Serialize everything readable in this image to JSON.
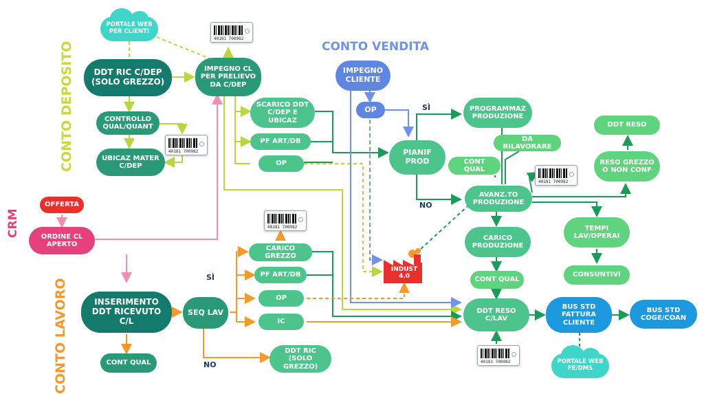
{
  "sections": {
    "conto_deposito": "CONTO DEPOSITO",
    "conto_vendita": "CONTO VENDITA",
    "crm": "CRM",
    "conto_lavoro": "CONTO LAVORO"
  },
  "branch_labels": {
    "si_vendita": "SÌ",
    "no_vendita": "NO",
    "si_lavoro": "SÌ",
    "no_lavoro": "NO"
  },
  "barcode_number": "40181 700982",
  "colors": {
    "dark_teal": "#137a6c",
    "teal": "#2a9a76",
    "green": "#4dc48c",
    "light_green": "#5fd37d",
    "blue": "#5f86e0",
    "sky": "#1c98de",
    "red": "#e8312c",
    "pink": "#e6417a",
    "orange": "#f39a2d",
    "olive": "#b9d640",
    "cloud": "#3fd5c8"
  },
  "nodes": {
    "portale_web_clienti": "PORTALE WEB PER CLIENTI",
    "ddt_ric_cdep": "DDT RIC C/DEP (SOLO GREZZO)",
    "impegno_cl_prelievo": "IMPEGNO CL PER PRELIEVO DA C/DEP",
    "controllo_qual": "CONTROLLO QUAL/QUANT",
    "ubicaz_mater": "UBICAZ MATER C/DEP",
    "scarico_ddt": "SCARICO DDT C/DEP E UBICAZ",
    "pf_art_db_1": "PF ART/DB",
    "op_1": "OP",
    "impegno_cliente": "IMPEGNO CLIENTE",
    "op_vendita": "OP",
    "pianif_prod": "PIANIF PROD",
    "programmaz_produzione": "PROGRAMMAZ PRODUZIONE",
    "da_rilavorare": "DA RILAVORARE",
    "cont_qual_1": "CONT QUAL",
    "avanz_produzione": "AVANZ.TO PRODUZIONE",
    "ddt_reso_top": "DDT RESO",
    "reso_grezzo": "RESO GREZZO O NON CONF",
    "tempi_lav": "TEMPI LAV/OPERAI",
    "consuntivi": "CONSUNTIVI",
    "carico_produzione": "CARICO PRODUZIONE",
    "cont_qual_2": "CONT QUAL",
    "ddt_reso_clav": "DDT RESO C/LAV",
    "bus_fattura": "BUS STD FATTURA CLIENTE",
    "bus_coge": "BUS STD COGE/COAN",
    "portale_fe_dms": "PORTALE WEB FE/DMS",
    "indust": "INDUST 4.0",
    "offerta": "OFFERTA",
    "ordine_cl": "ORDINE CL APERTO",
    "carico_grezzo": "CARICO GREZZO",
    "pf_art_db_2": "PF ART/DB",
    "op_2": "OP",
    "ic": "IC",
    "inserimento_ddt": "INSERIMENTO DDT RICEVUTO C/L",
    "seq_lav": "SEQ LAV",
    "cont_qual_3": "CONT QUAL",
    "ddt_ric_grezzo": "DDT RIC (SOLO GREZZO)"
  }
}
